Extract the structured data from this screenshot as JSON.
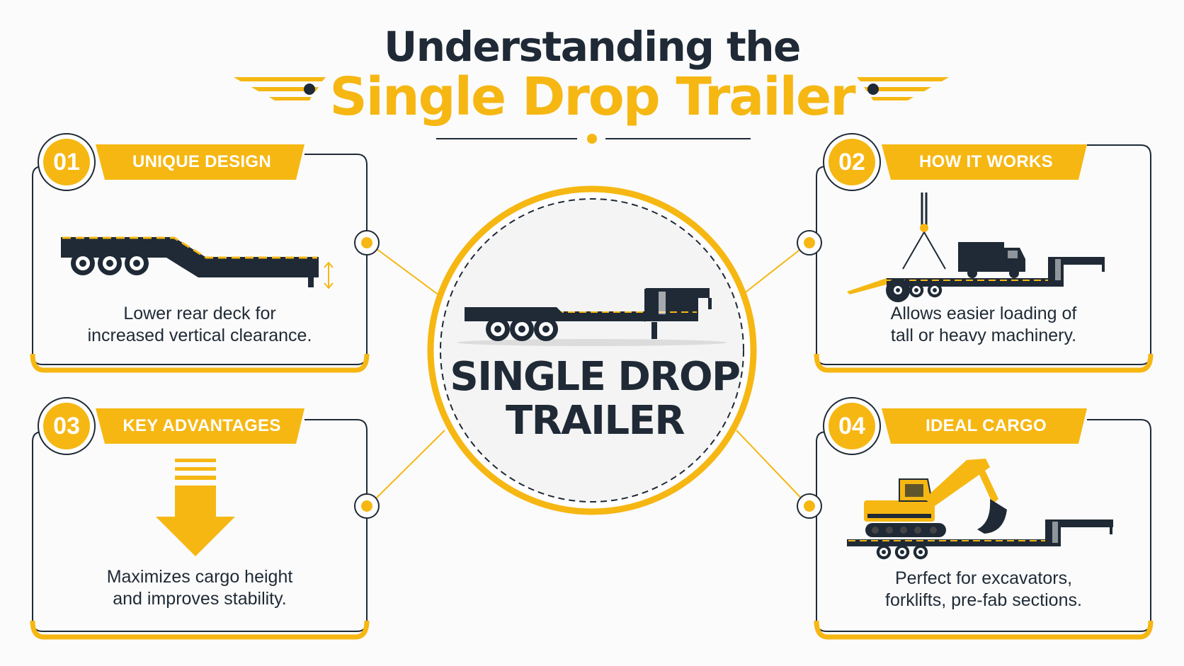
{
  "header": {
    "title_line1": "Understanding the",
    "title_line2": "Single Drop Trailer"
  },
  "center": {
    "label_line1": "SINGLE DROP",
    "label_line2": "TRAILER"
  },
  "cards": [
    {
      "number": "01",
      "title": "UNIQUE DESIGN",
      "text_line1": "Lower rear deck for",
      "text_line2": "increased vertical clearance.",
      "icon": "trailer-side-view-icon"
    },
    {
      "number": "02",
      "title": "HOW IT WORKS",
      "text_line1": "Allows easier loading of",
      "text_line2": "tall or heavy machinery.",
      "icon": "crane-loading-icon"
    },
    {
      "number": "03",
      "title": "KEY ADVANTAGES",
      "text_line1": "Maximizes cargo height",
      "text_line2": "and improves stability.",
      "icon": "down-arrow-icon"
    },
    {
      "number": "04",
      "title": "IDEAL CARGO",
      "text_line1": "Perfect for excavators,",
      "text_line2": "forklifts, pre-fab sections.",
      "icon": "excavator-on-trailer-icon"
    }
  ],
  "colors": {
    "accent": "#f6b713",
    "dark": "#1f2a36",
    "background": "#fbfbfb"
  }
}
